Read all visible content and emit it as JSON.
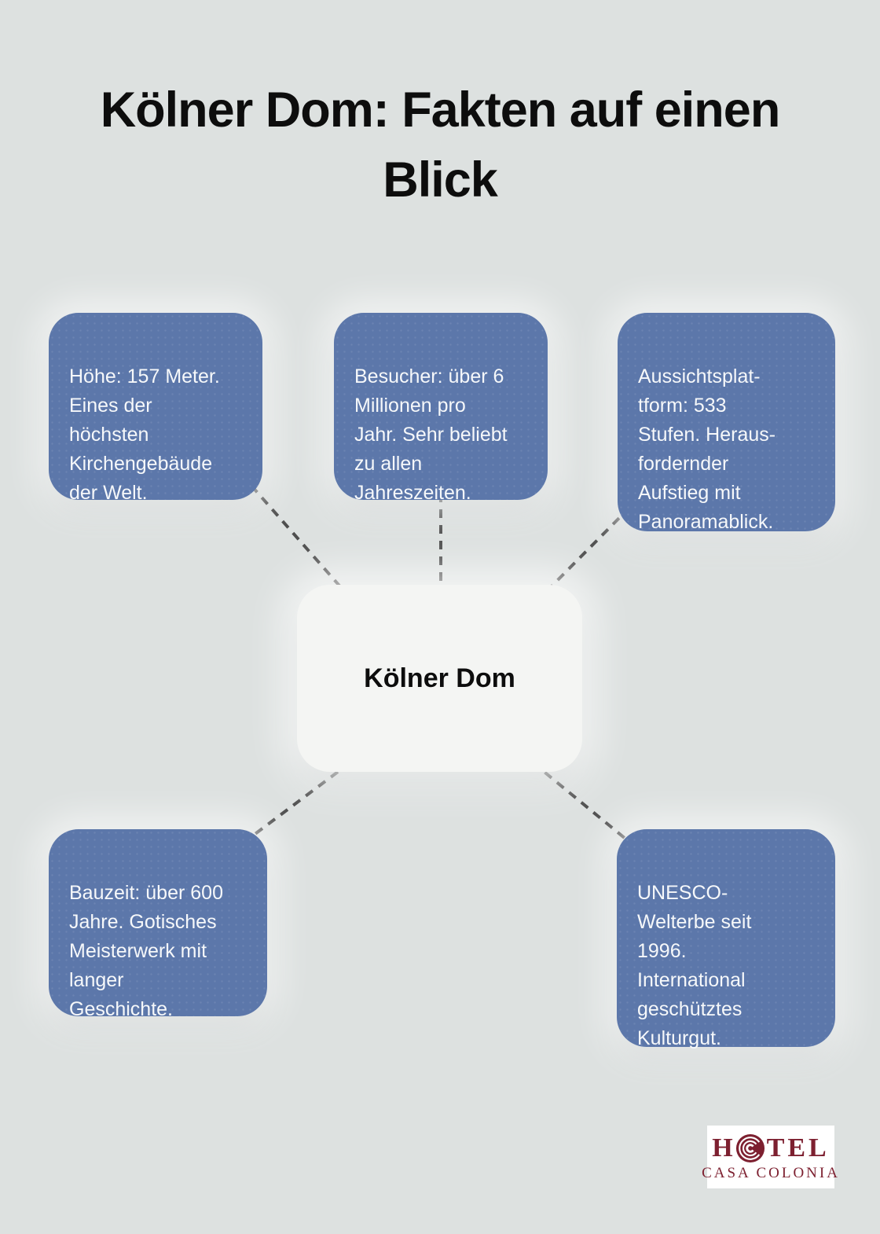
{
  "title": "Kölner Dom: Fakten auf einen\nBlick",
  "center_node": {
    "label": "Kölner Dom"
  },
  "facts": [
    {
      "id": "hoehe",
      "text": "Höhe: 157 Meter.\nEines der\nhöchsten\nKirchengebäude\nder Welt."
    },
    {
      "id": "besucher",
      "text": "Besucher: über 6\nMillionen pro\nJahr. Sehr beliebt\nzu allen\nJahreszeiten."
    },
    {
      "id": "aussichtsplattform",
      "text": "Aussichtsplat-\ntform: 533\nStufen. Heraus-\nfordernder\nAufstieg mit\nPanoramablick."
    },
    {
      "id": "bauzeit",
      "text": "Bauzeit: über 600\nJahre. Gotisches\nMeisterwerk mit\nlanger\nGeschichte."
    },
    {
      "id": "unesco",
      "text": "UNESCO-\nWelterbe seit\n1996.\nInternational\ngeschütztes\nKulturgut."
    }
  ],
  "logo": {
    "word_top_prefix": "H",
    "word_top_suffix": "TEL",
    "word_bottom": "CASA COLONIA",
    "monogram_icon": "concentric-c-icon"
  },
  "colors": {
    "background": "#dde1e0",
    "fact_box": "#5c77aa",
    "fact_text": "#f6f8fa",
    "center_box": "#f4f5f3",
    "title_text": "#0d0d0d",
    "connector": "#4e4e4e",
    "logo_maroon": "#7d2030",
    "logo_background": "#ffffff"
  }
}
